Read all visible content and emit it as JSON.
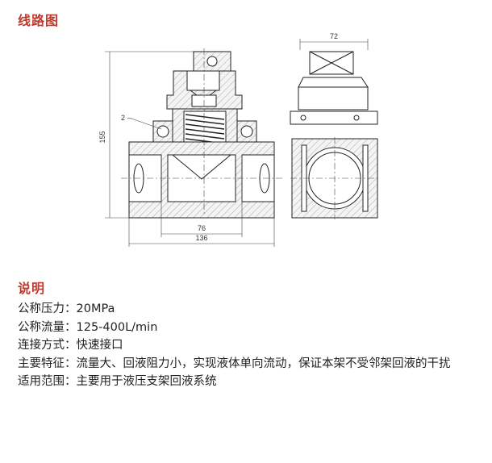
{
  "section_titles": {
    "diagram": "线路图",
    "description": "说明"
  },
  "drawing": {
    "dim_top": "72",
    "dim_height": "155",
    "dim_inner": "76",
    "dim_total": "136",
    "part_label": "2"
  },
  "description": [
    {
      "label": "公称压力",
      "value": "20MPa"
    },
    {
      "label": "公称流量",
      "value": "125-400L/min"
    },
    {
      "label": "连接方式",
      "value": "快速接口"
    },
    {
      "label": "主要特征",
      "value": "流量大、回液阻力小，实现液体单向流动，保证本架不受邻架回液的干扰"
    },
    {
      "label": "适用范围",
      "value": "主要用于液压支架回液系统"
    }
  ]
}
